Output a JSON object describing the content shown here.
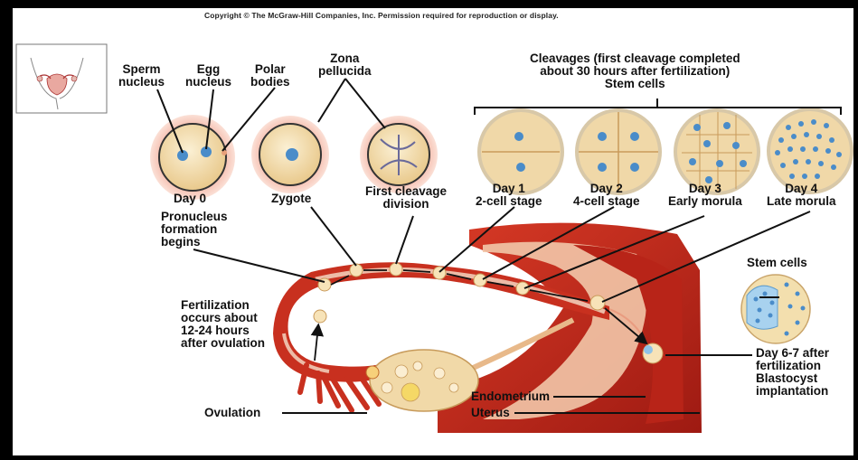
{
  "copyright": "Copyright © The McGraw-Hill Companies, Inc. Permission required for reproduction or display.",
  "colors": {
    "uterus": "#c0281c",
    "tissue": "#e8816a",
    "ovary": "#f1d9a8",
    "nucleus": "#4a8cc9",
    "cell": "#f7e3b8"
  },
  "labels": {
    "sperm_nucleus": [
      "Sperm",
      "nucleus"
    ],
    "egg_nucleus": [
      "Egg",
      "nucleus"
    ],
    "polar_bodies": [
      "Polar",
      "bodies"
    ],
    "zona_pellucida": [
      "Zona",
      "pellucida"
    ],
    "cleavages_header": [
      "Cleavages (first cleavage completed",
      "about 30 hours after fertilization)",
      "Stem cells"
    ],
    "day0": "Day 0",
    "zygote": "Zygote",
    "first_cleavage": [
      "First cleavage",
      "division"
    ],
    "day1": [
      "Day 1",
      "2-cell stage"
    ],
    "day2": [
      "Day 2",
      "4-cell stage"
    ],
    "day3": [
      "Day 3",
      "Early morula"
    ],
    "day4": [
      "Day 4",
      "Late morula"
    ],
    "pronucleus": [
      "Pronucleus",
      "formation",
      "begins"
    ],
    "fertilization": [
      "Fertilization",
      "occurs about",
      "12-24 hours",
      "after ovulation"
    ],
    "stem_cells": "Stem cells",
    "day67": [
      "Day 6-7 after",
      "fertilization",
      "Blastocyst",
      "implantation"
    ],
    "endometrium": "Endometrium",
    "uterus": "Uterus",
    "ovulation": "Ovulation"
  }
}
